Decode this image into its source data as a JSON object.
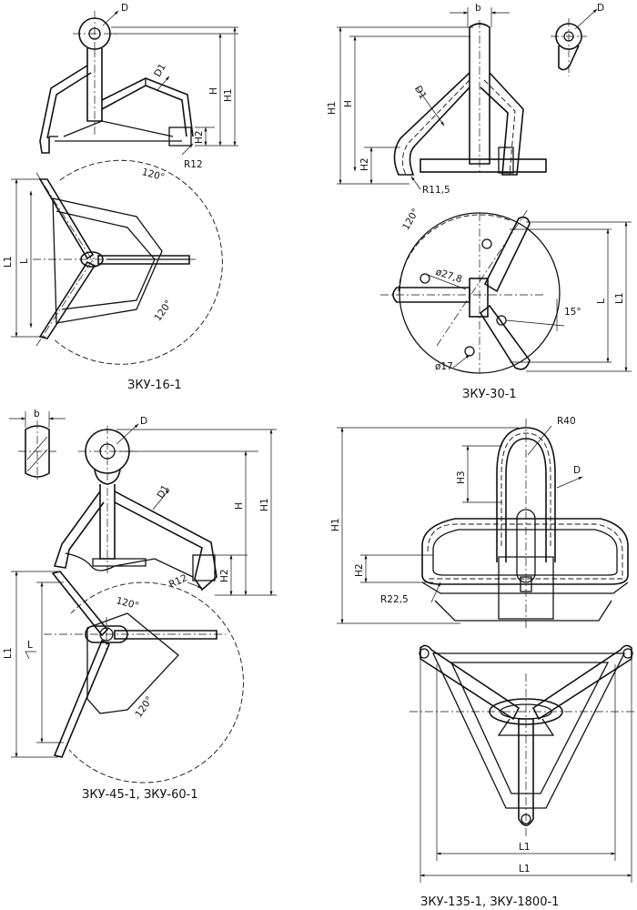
{
  "diagram": {
    "colors": {
      "line": "#111111",
      "background": "#ffffff"
    },
    "fig1": {
      "caption": "ЗКУ-16-1",
      "labels": {
        "D": "D",
        "D1": "D1",
        "H": "H",
        "H1": "H1",
        "H2": "H2",
        "R": "R12",
        "angle_top": "120°",
        "angle_bottom": "120°",
        "L": "L",
        "L1": "L1"
      }
    },
    "fig2": {
      "caption": "ЗКУ-30-1",
      "labels": {
        "b": "b",
        "D": "D",
        "D1": "D1",
        "H": "H",
        "H1": "H1",
        "H2": "H2",
        "R": "R11,5",
        "angle": "120°",
        "hole": "ø27,8",
        "pin": "ø17",
        "tilt": "15°",
        "L": "L",
        "L1": "L1"
      }
    },
    "fig3": {
      "caption": "ЗКУ-45-1, ЗКУ-60-1",
      "labels": {
        "b": "b",
        "D": "D",
        "D1": "D1",
        "H": "H",
        "H1": "H1",
        "H2": "H2",
        "R": "R12",
        "angle_top": "120°",
        "angle_bottom": "120°",
        "L": "L",
        "L1": "L1"
      }
    },
    "fig4": {
      "caption": "ЗКУ-135-1, ЗКУ-1800-1",
      "labels": {
        "R_top": "R40",
        "D": "D",
        "H1": "H1",
        "H2": "H2",
        "H3": "H3",
        "R": "R22,5",
        "L": "L1",
        "L1": "L1"
      }
    }
  }
}
